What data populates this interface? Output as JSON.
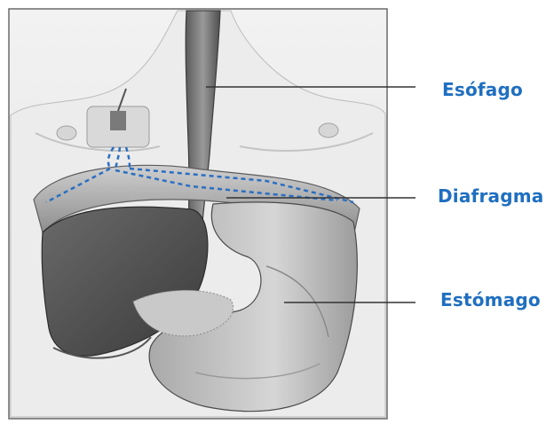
{
  "colors": {
    "label": "#1f6fc0",
    "leader_line": "#333333",
    "electrode_wire": "#2a6fc2",
    "frame": "#6a6a6a",
    "background_art": "#ededed"
  },
  "labels": {
    "esofago": "Esófago",
    "diafragma": "Diafragma",
    "estomago": "Estómago"
  }
}
